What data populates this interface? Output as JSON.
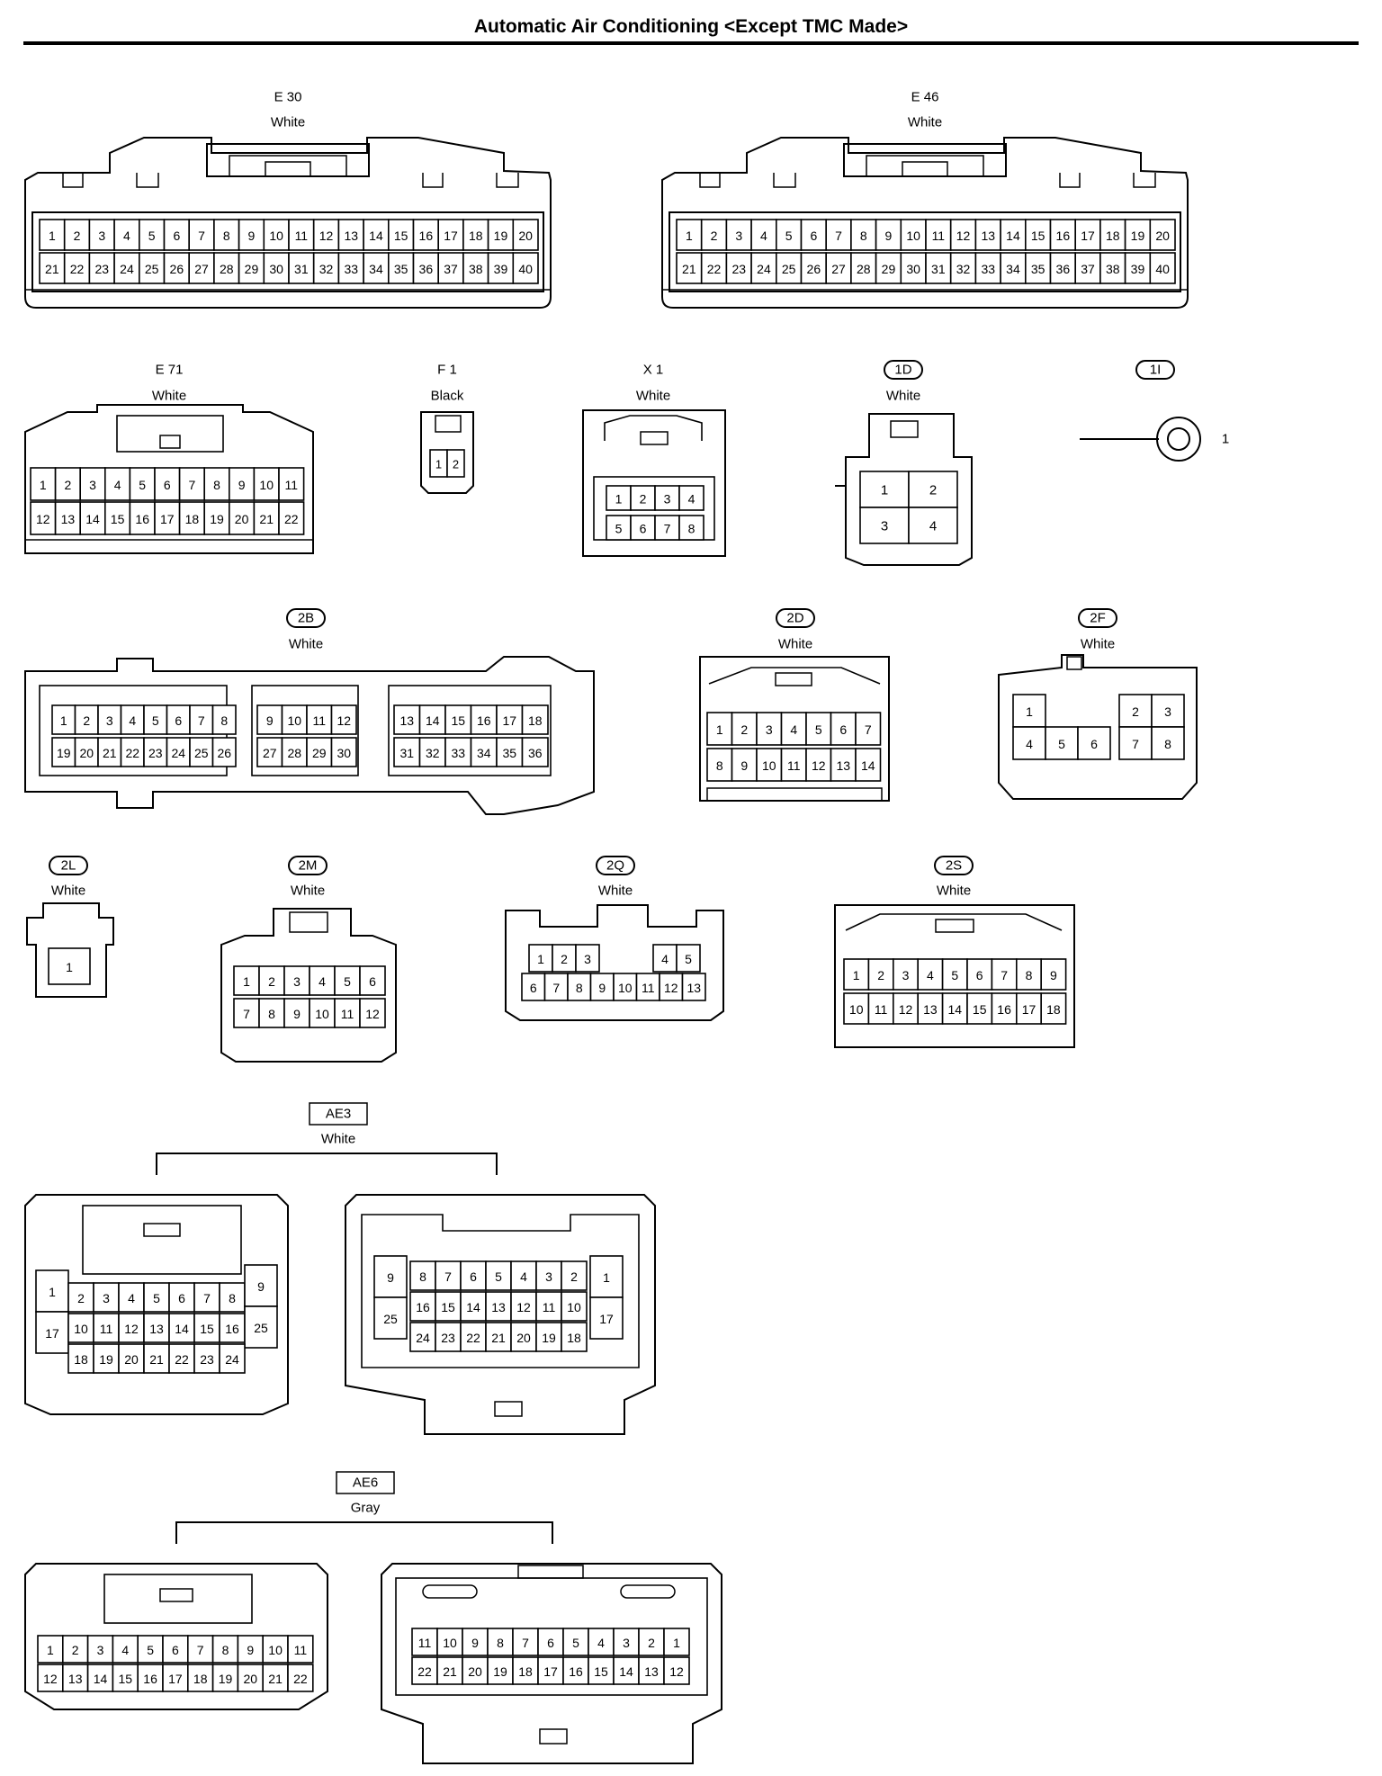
{
  "title": "Automatic Air Conditioning <Except TMC Made>",
  "connectors": [
    {
      "code": "E 30",
      "tag": "plain",
      "color": "White",
      "rows": [
        [
          1,
          2,
          3,
          4,
          5,
          6,
          7,
          8,
          9,
          10,
          11,
          12,
          13,
          14,
          15,
          16,
          17,
          18,
          19,
          20
        ],
        [
          21,
          22,
          23,
          24,
          25,
          26,
          27,
          28,
          29,
          30,
          31,
          32,
          33,
          34,
          35,
          36,
          37,
          38,
          39,
          40
        ]
      ]
    },
    {
      "code": "E 46",
      "tag": "plain",
      "color": "White",
      "rows": [
        [
          1,
          2,
          3,
          4,
          5,
          6,
          7,
          8,
          9,
          10,
          11,
          12,
          13,
          14,
          15,
          16,
          17,
          18,
          19,
          20
        ],
        [
          21,
          22,
          23,
          24,
          25,
          26,
          27,
          28,
          29,
          30,
          31,
          32,
          33,
          34,
          35,
          36,
          37,
          38,
          39,
          40
        ]
      ]
    },
    {
      "code": "E 71",
      "tag": "plain",
      "color": "White",
      "rows": [
        [
          1,
          2,
          3,
          4,
          5,
          6,
          7,
          8,
          9,
          10,
          11
        ],
        [
          12,
          13,
          14,
          15,
          16,
          17,
          18,
          19,
          20,
          21,
          22
        ]
      ]
    },
    {
      "code": "F 1",
      "tag": "plain",
      "color": "Black",
      "rows": [
        [
          1,
          2
        ]
      ]
    },
    {
      "code": "X 1",
      "tag": "plain",
      "color": "White",
      "rows": [
        [
          1,
          2,
          3,
          4
        ],
        [
          5,
          6,
          7,
          8
        ]
      ]
    },
    {
      "code": "1D",
      "tag": "oval",
      "color": "White",
      "rows": [
        [
          1,
          2
        ],
        [
          3,
          4
        ]
      ]
    },
    {
      "code": "1I",
      "tag": "oval",
      "color": "",
      "rows": [
        [
          1
        ]
      ]
    },
    {
      "code": "2B",
      "tag": "oval",
      "color": "White",
      "rows": [
        [
          1,
          2,
          3,
          4,
          5,
          6,
          7,
          8
        ],
        [
          19,
          20,
          21,
          22,
          23,
          24,
          25,
          26
        ],
        [
          9,
          10,
          11,
          12
        ],
        [
          27,
          28,
          29,
          30
        ],
        [
          13,
          14,
          15,
          16,
          17,
          18
        ],
        [
          31,
          32,
          33,
          34,
          35,
          36
        ]
      ]
    },
    {
      "code": "2D",
      "tag": "oval",
      "color": "White",
      "rows": [
        [
          1,
          2,
          3,
          4,
          5,
          6,
          7
        ],
        [
          8,
          9,
          10,
          11,
          12,
          13,
          14
        ]
      ]
    },
    {
      "code": "2F",
      "tag": "oval",
      "color": "White",
      "rows": [
        [
          1,
          2,
          3
        ],
        [
          4,
          5,
          6,
          7,
          8
        ]
      ]
    },
    {
      "code": "2L",
      "tag": "oval",
      "color": "White",
      "rows": [
        [
          1
        ]
      ]
    },
    {
      "code": "2M",
      "tag": "oval",
      "color": "White",
      "rows": [
        [
          1,
          2,
          3,
          4,
          5,
          6
        ],
        [
          7,
          8,
          9,
          10,
          11,
          12
        ]
      ]
    },
    {
      "code": "2Q",
      "tag": "oval",
      "color": "White",
      "rows": [
        [
          1,
          2,
          3,
          4,
          5
        ],
        [
          6,
          7,
          8,
          9,
          10,
          11,
          12,
          13
        ]
      ]
    },
    {
      "code": "2S",
      "tag": "oval",
      "color": "White",
      "rows": [
        [
          1,
          2,
          3,
          4,
          5,
          6,
          7,
          8,
          9
        ],
        [
          10,
          11,
          12,
          13,
          14,
          15,
          16,
          17,
          18
        ]
      ]
    },
    {
      "code": "AE3",
      "tag": "box",
      "color": "White",
      "rows": [
        [
          1,
          2,
          3,
          4,
          5,
          6,
          7,
          8,
          9
        ],
        [
          17,
          10,
          11,
          12,
          13,
          14,
          15,
          16,
          25
        ],
        [
          18,
          19,
          20,
          21,
          22,
          23,
          24
        ],
        [
          9,
          8,
          7,
          6,
          5,
          4,
          3,
          2,
          1
        ],
        [
          25,
          16,
          15,
          14,
          13,
          12,
          11,
          10,
          17
        ],
        [
          24,
          23,
          22,
          21,
          20,
          19,
          18
        ]
      ]
    },
    {
      "code": "AE6",
      "tag": "box",
      "color": "Gray",
      "rows": [
        [
          1,
          2,
          3,
          4,
          5,
          6,
          7,
          8,
          9,
          10,
          11
        ],
        [
          12,
          13,
          14,
          15,
          16,
          17,
          18,
          19,
          20,
          21,
          22
        ],
        [
          11,
          10,
          9,
          8,
          7,
          6,
          5,
          4,
          3,
          2,
          1
        ],
        [
          22,
          21,
          20,
          19,
          18,
          17,
          16,
          15,
          14,
          13,
          12
        ]
      ]
    }
  ]
}
